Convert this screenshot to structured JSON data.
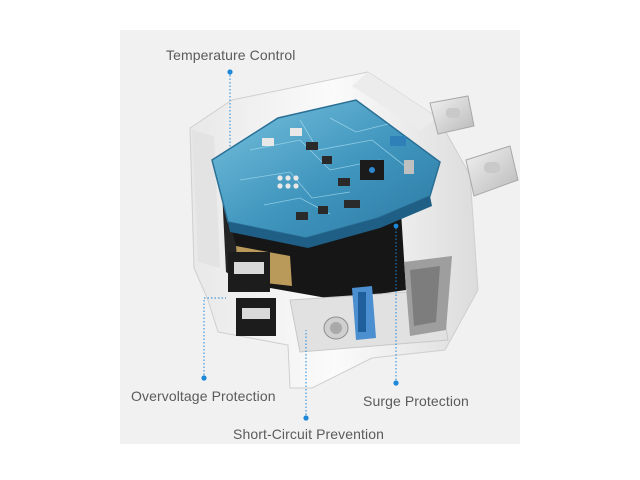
{
  "colors": {
    "accent": "#1e88d8",
    "board": "#4fa6c8",
    "casing": "#f4f4f4",
    "label_text": "#5b5b5b"
  },
  "callouts": {
    "temperature": "Temperature Control",
    "overvoltage": "Overvoltage Protection",
    "surge": "Surge Protection",
    "short_circuit": "Short-Circuit Prevention"
  }
}
